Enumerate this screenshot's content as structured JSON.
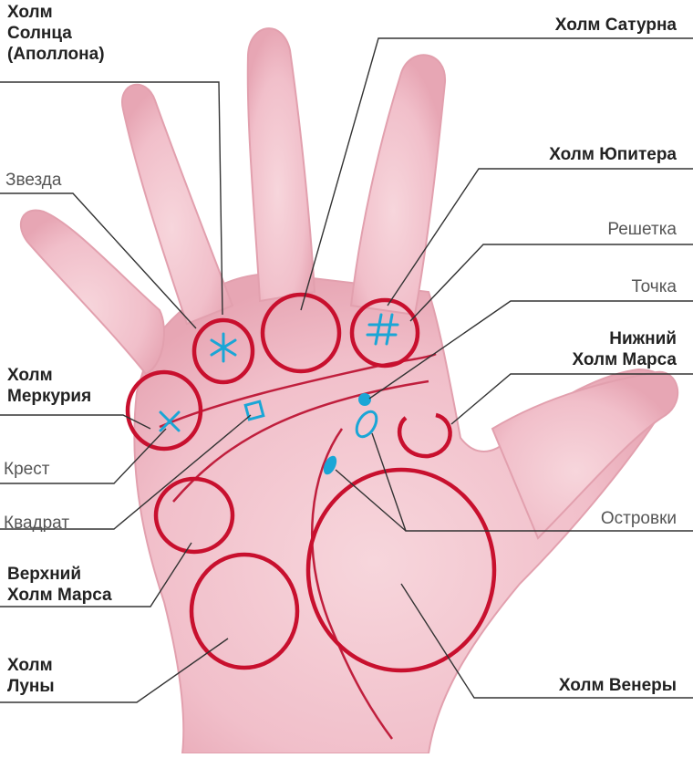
{
  "labels": {
    "sun_mount": [
      "Холм",
      "Солнца",
      "(Аполлона)"
    ],
    "star": "Звезда",
    "mercury_mount": [
      "Холм",
      "Меркурия"
    ],
    "cross": "Крест",
    "square": "Квадрат",
    "upper_mars": [
      "Верхний",
      "Холм Марса"
    ],
    "moon_mount": [
      "Холм",
      "Луны"
    ],
    "saturn_mount": "Холм Сатурна",
    "jupiter_mount": "Холм Юпитера",
    "grille": "Решетка",
    "dot": "Точка",
    "lower_mars": [
      "Нижний",
      "Холм Марса"
    ],
    "islands": "Островки",
    "venus_mount": "Холм Венеры"
  },
  "colors": {
    "mount_ring": "#c8102e",
    "sign": "#1aa6d6",
    "skin": "#f3c6cf",
    "skin_shadow": "#e8a9b6",
    "leader": "#333333"
  },
  "icons": [
    "star-sign-icon",
    "grille-sign-icon",
    "cross-sign-icon",
    "square-sign-icon",
    "dot-sign-icon",
    "island-sign-icon"
  ]
}
